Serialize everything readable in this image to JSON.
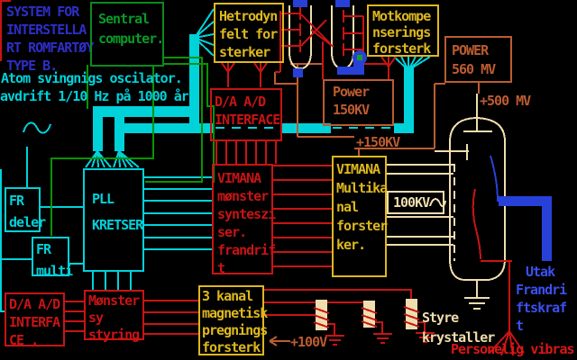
{
  "colors": {
    "bg": "#000000",
    "blue_title": "#2e2ec8",
    "cyan": "#00d2da",
    "green_box": "#0a8a20",
    "green_text": "#0a9a28",
    "green_wire": "#089500",
    "red": "#c81414",
    "red_bright": "#dc1616",
    "yellow": "#ddb81e",
    "sienna": "#bc5c30",
    "wheat": "#f0ddae",
    "blue_wire": "#2741d8",
    "blue_text": "#3c50f0",
    "green_dot": "#18a018"
  },
  "title": {
    "line1": "SYSTEM FOR",
    "line2": "INTERSTELLA",
    "line3": "RT ROMFARTØY",
    "line4": "TYPE B."
  },
  "osc_note": {
    "line1": "Atom svingnigs oscilator.",
    "line2": "avdrift 1/10 Hz på 1000 år."
  },
  "boxes": {
    "sentral": {
      "line1": "Sentral",
      "line2": "computer."
    },
    "hetrodyn": {
      "line1": "Hetrodyn",
      "line2": "felt for",
      "line3": "sterker"
    },
    "motkompe": {
      "line1": "Motkompe",
      "line2": "nserings",
      "line3": "forsterk"
    },
    "power560": {
      "line1": "POWER",
      "line2": "560 MV"
    },
    "power150": {
      "line1": "Power",
      "line2": "150KV"
    },
    "interface_top": {
      "line1": "D/A A/D",
      "line2": "INTERFACE"
    },
    "pll": {
      "line1": "PLL",
      "line2": "KRETSER"
    },
    "fr_deler": {
      "line1": "FR",
      "line2": "deler"
    },
    "fr_multi": {
      "line1": "FR",
      "line2": "multi"
    },
    "interface_bottom": {
      "line1": "D/A A/D",
      "line2": "INTERFA",
      "line3": "CE ."
    },
    "monster_styring": {
      "line1": "Mønster",
      "line2": "sy",
      "line3": "styring"
    },
    "vimana_monster": {
      "line1": "VIMANA",
      "line2": "mønster",
      "line3": "synteszi",
      "line4": "ser.",
      "line5": "frandrif",
      "line6": "t"
    },
    "vimana_multikanal": {
      "line1": "VIMANA",
      "line2": "Multika",
      "line3": "nal",
      "line4": "forster",
      "line5": "ker."
    },
    "kanal3": {
      "line1": "3 kanal",
      "line2": "magnetisk",
      "line3": "pregnings",
      "line4": "forsterk"
    },
    "kv100": {
      "label": "100KV"
    }
  },
  "labels": {
    "plus500": "+500 MV",
    "plus150": "+150KV",
    "plus100": "+100V",
    "styre_line1": "Styre",
    "styre_line2": "krystaller",
    "utak_line1": "Utak",
    "utak_line2": "Frandri",
    "utak_line3": "ftskraf",
    "utak_line4": "t",
    "personelig": "Personelig vibras"
  }
}
